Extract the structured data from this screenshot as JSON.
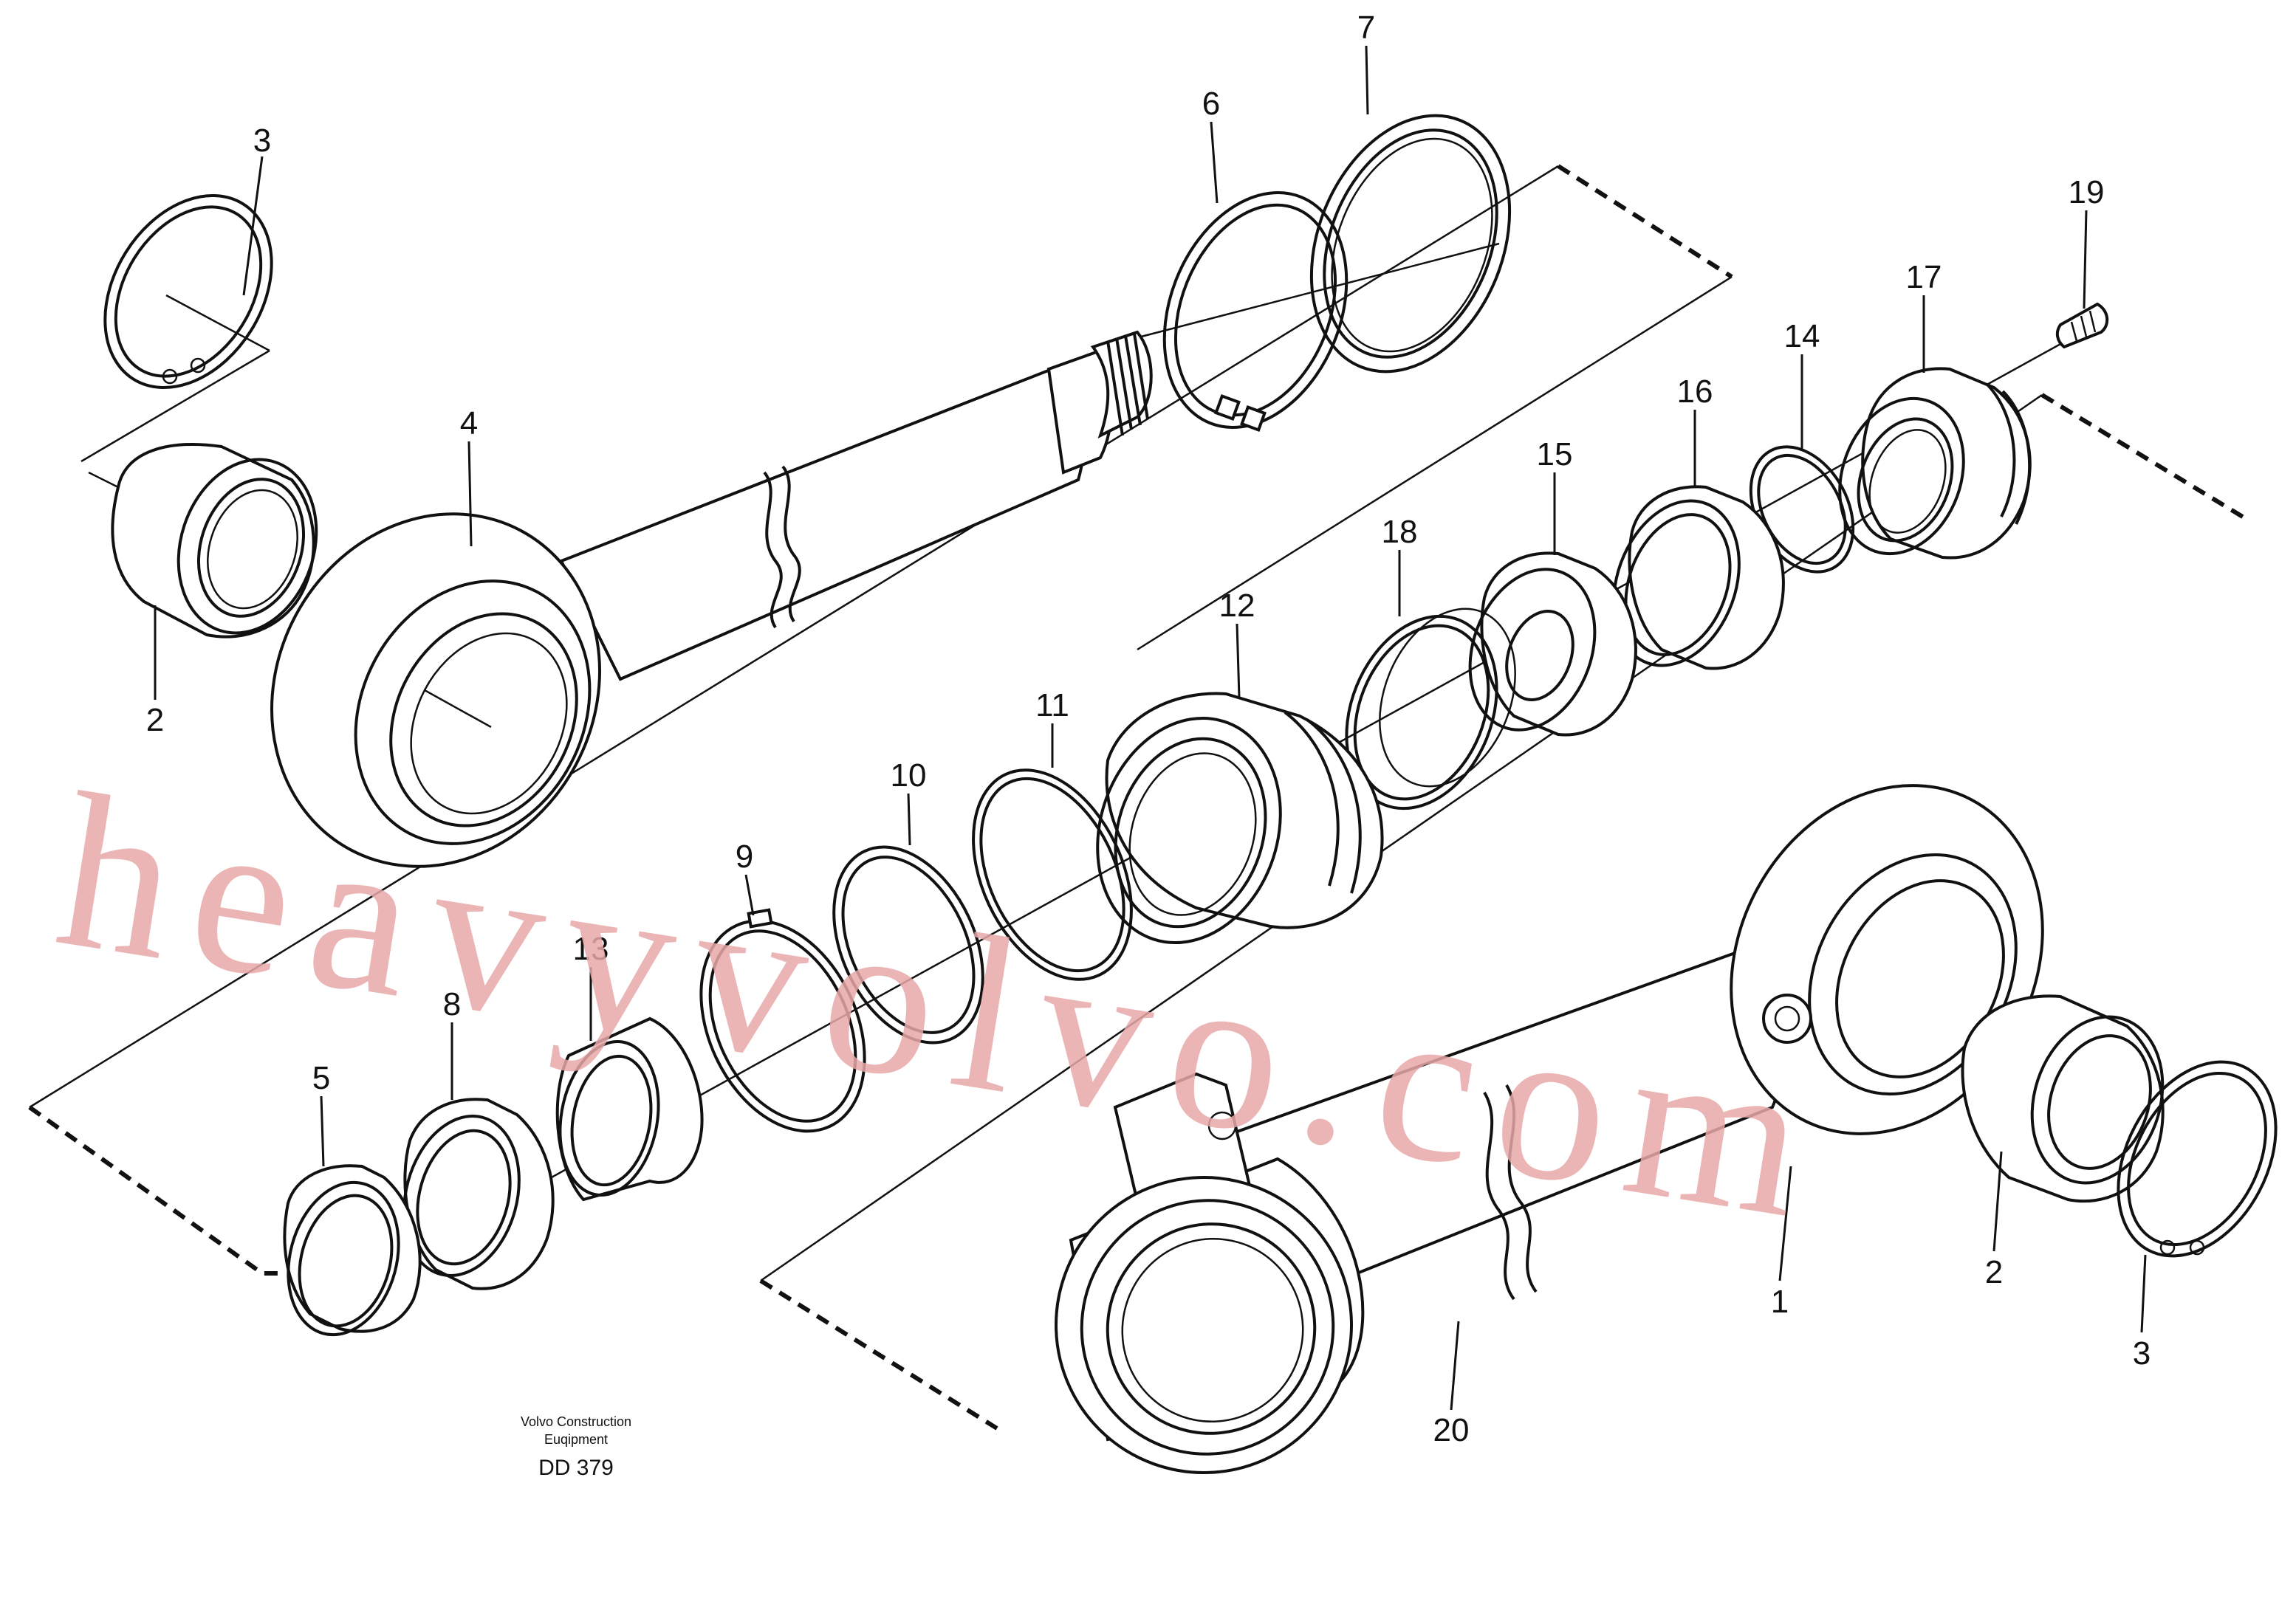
{
  "diagram": {
    "part_labels": {
      "p1": "1",
      "p2a": "2",
      "p2b": "2",
      "p3a": "3",
      "p3b": "3",
      "p4": "4",
      "p5": "5",
      "p6": "6",
      "p7": "7",
      "p8": "8",
      "p9": "9",
      "p10": "10",
      "p11": "11",
      "p12": "12",
      "p13": "13",
      "p14": "14",
      "p15": "15",
      "p16": "16",
      "p17": "17",
      "p18": "18",
      "p19": "19",
      "p20": "20"
    },
    "credit": {
      "line1": "Volvo Construction",
      "line2": "Euqipment",
      "code": "DD 379"
    },
    "watermark": "heavyvolvo.com",
    "watermark_color": "#e8a8a8"
  }
}
